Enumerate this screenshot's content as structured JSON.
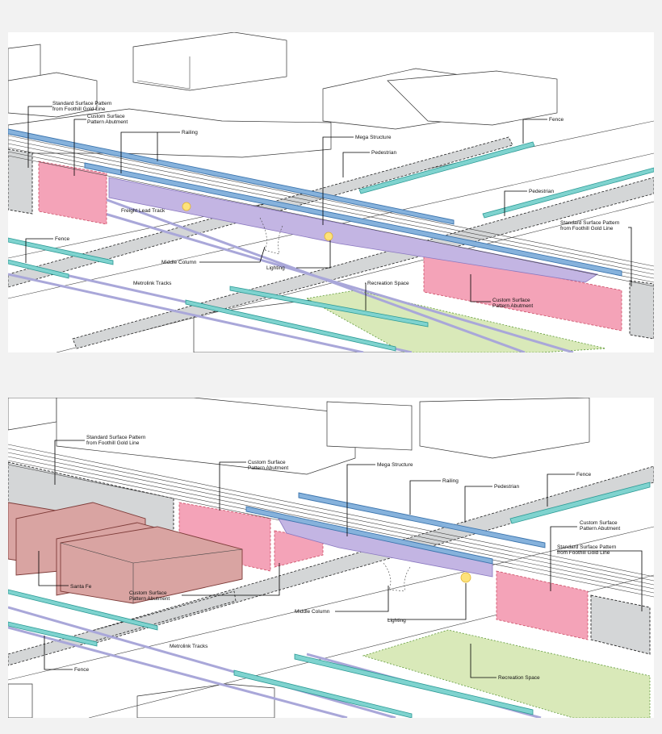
{
  "top_panel": {
    "labels": {
      "standard_surface_1": "Standard Surface Pattern",
      "standard_surface_2": "from Foothill Gold Line",
      "custom_surface_1": "Custom Surface",
      "custom_surface_2": "Pattern Abutment",
      "railing": "Railing",
      "mega_structure": "Mega Structure",
      "pedestrian_1": "Pedestrian",
      "fence_1": "Fence",
      "pedestrian_2": "Pedestrian",
      "freight_lead_track": "Freight Lead Track",
      "standard_surface_right_1": "Standard Surface Pattern",
      "standard_surface_right_2": "from Foothill Gold Line",
      "fence_2": "Fence",
      "middle_column": "Middle Column",
      "lighting": "Lighting",
      "metrolink_tracks": "Metrolink Tracks",
      "recreation_space": "Recreation Space",
      "custom_surface_right_1": "Custom Surface",
      "custom_surface_right_2": "Pattern Abutment"
    }
  },
  "bottom_panel": {
    "labels": {
      "standard_surface_1": "Standard Surface Pattern",
      "standard_surface_2": "from Foothill Gold Line",
      "custom_surface_1": "Custom Surface",
      "custom_surface_2": "Pattern Abutment",
      "mega_structure": "Mega Structure",
      "railing": "Railing",
      "pedestrian": "Pedestrian",
      "fence_1": "Fence",
      "custom_surface_right_1": "Custom Surface",
      "custom_surface_right_2": "Pattern Abutment",
      "standard_surface_right_1": "Standard Surface Pattern",
      "standard_surface_right_2": "from Foothill Gold Line",
      "santa_fe": "Santa Fe",
      "custom_surface_left_1": "Custom Surface",
      "custom_surface_left_2": "Pattern Abutment",
      "middle_column": "Middle Column",
      "lighting": "Lighting",
      "metrolink_tracks": "Metrolink Tracks",
      "fence_2": "Fence",
      "recreation_space": "Recreation Space"
    }
  },
  "colors": {
    "abutment_pink": "#f4a3b8",
    "surface_grey": "#d4d6d7",
    "fence_teal": "#7fd3cf",
    "railing_blue": "#86b2dc",
    "mega_structure_purple": "#c3b5e3",
    "recreation_green": "#d9e9b9",
    "track_lavender": "#a9a7d9",
    "santa_fe_brown": "#d9a4a2",
    "lighting_yellow": "#fde27a"
  }
}
